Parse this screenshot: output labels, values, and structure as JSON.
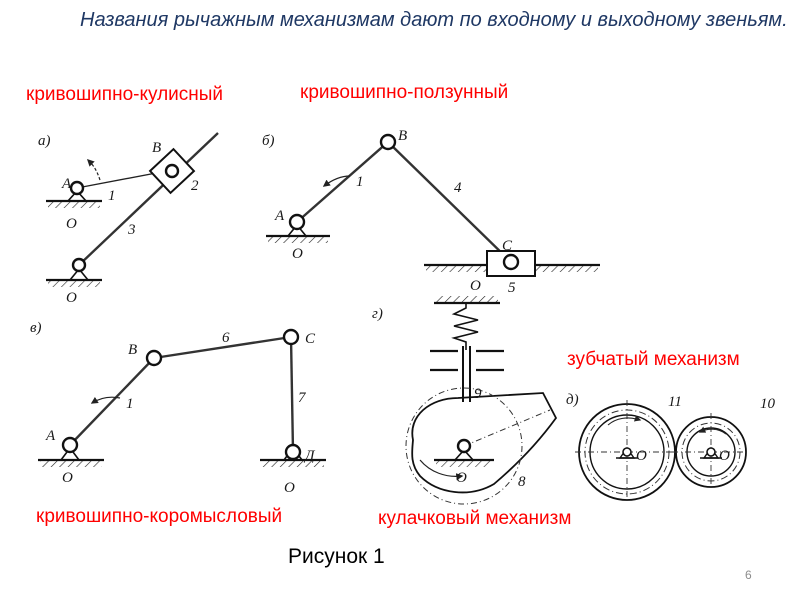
{
  "header": {
    "text": "Названия рычажным механизмам дают по входному и выходному звеньям."
  },
  "type_labels": {
    "crank_rocker_slot": "кривошипно-кулисный",
    "crank_slider": "кривошипно-ползунный",
    "crank_rocker": "кривошипно-коромысловый",
    "gear": "зубчатый механизм",
    "cam": "кулачковый механизм"
  },
  "caption": "Рисунок 1",
  "page_number": "6",
  "diagram_a": {
    "tag": "а)",
    "labels": {
      "A": "А",
      "B": "В",
      "O1": "О",
      "O2": "О",
      "n1": "1",
      "n2": "2",
      "n3": "3"
    }
  },
  "diagram_b": {
    "tag": "б)",
    "labels": {
      "A": "А",
      "B": "В",
      "C": "С",
      "O1": "О",
      "O2": "О",
      "n1": "1",
      "n4": "4",
      "n5": "5"
    }
  },
  "diagram_v": {
    "tag": "в)",
    "labels": {
      "A": "А",
      "B": "В",
      "C": "С",
      "D": "Д",
      "O1": "О",
      "O2": "О",
      "n1": "1",
      "n6": "6",
      "n7": "7"
    }
  },
  "diagram_g": {
    "tag": "г)",
    "labels": {
      "O": "О",
      "n8": "8",
      "n9": "9"
    }
  },
  "diagram_d": {
    "tag": "д)",
    "labels": {
      "O1": "О",
      "O2": "О",
      "n10": "10",
      "n11": "11"
    }
  },
  "colors": {
    "header_text": "#1f3864",
    "type_label": "#ff0000",
    "lines": "#333333"
  }
}
